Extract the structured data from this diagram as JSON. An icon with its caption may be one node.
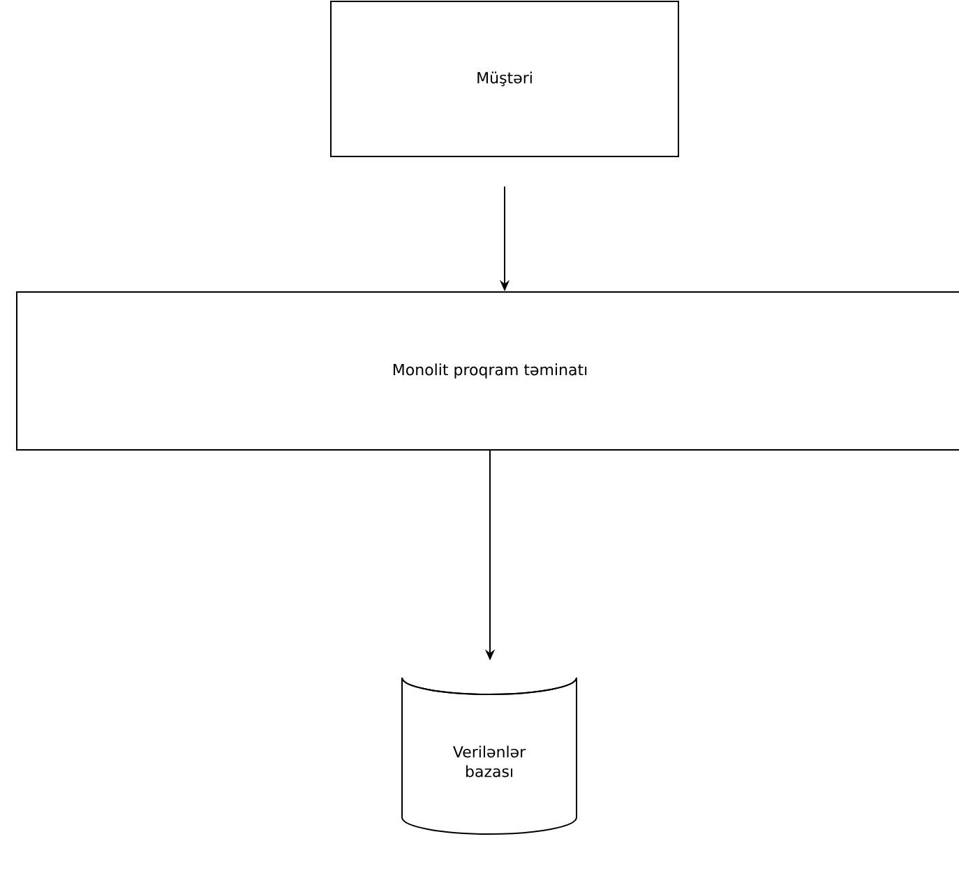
{
  "diagram": {
    "nodes": [
      {
        "text": [
          "Müştəri"
        ]
      },
      {
        "text": [
          "Monolit proqram təminatı"
        ]
      },
      {
        "text": [
          "Verilənlər bazası"
        ]
      }
    ],
    "edges": [
      {
        "from": 0,
        "to": 1,
        "arrow": "to"
      },
      {
        "from": 1,
        "to": 2,
        "arrow": "to"
      }
    ]
  }
}
